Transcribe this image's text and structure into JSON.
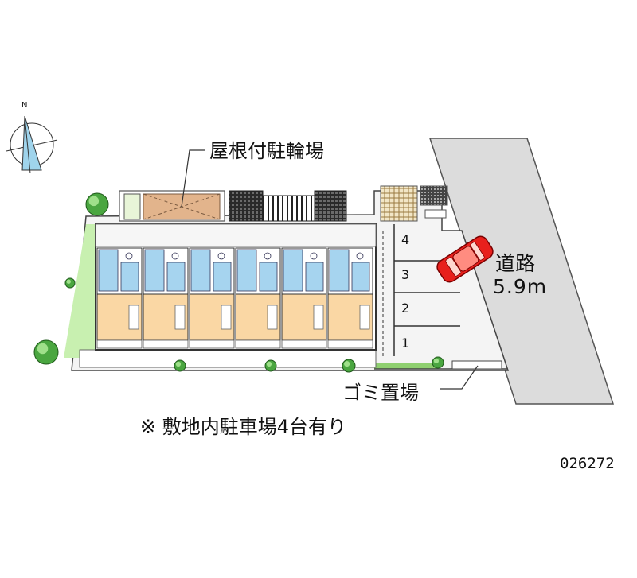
{
  "labels": {
    "bike_parking": "屋根付駐輪場",
    "road_name": "道路",
    "road_width": "5.9m",
    "garbage": "ゴミ置場",
    "parking_note": "※ 敷地内駐車場4台有り",
    "property_code": "026272",
    "north": "N"
  },
  "parking_spots": [
    "4",
    "3",
    "2",
    "1"
  ],
  "colors": {
    "room_floor": "#fad7a4",
    "bath_blue": "#a6d4ef",
    "road_gray": "#dcdcdc",
    "grass_green": "#c8f0b0",
    "car_red": "#e8201c",
    "lot_bg": "#f4f4f4"
  },
  "icons": [
    "compass-icon",
    "tree-icon",
    "car-icon"
  ]
}
